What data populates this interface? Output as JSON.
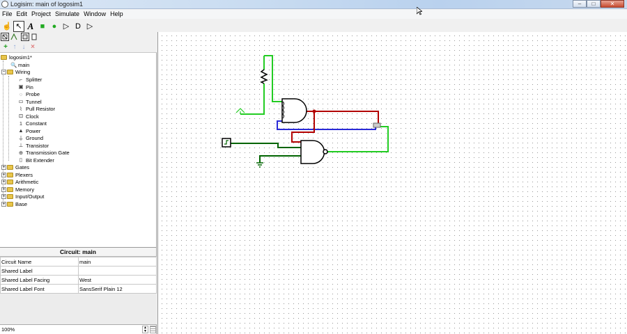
{
  "window": {
    "title": "Logisim: main of logosim1",
    "buttons": [
      "–",
      "□",
      "✕"
    ]
  },
  "menu": [
    "File",
    "Edit",
    "Project",
    "Simulate",
    "Window",
    "Help"
  ],
  "toolbar": {
    "poke_tool": "☝",
    "select_tool": "↖",
    "text_tool": "A",
    "input_pin": "■",
    "output_pin": "●",
    "not_gate": "▷",
    "and_gate": "D",
    "or_gate": "▷"
  },
  "explorer": {
    "project": "logosim1*",
    "circuit": "main",
    "wiring_folder": "Wiring",
    "wiring_items": [
      {
        "label": "Splitter",
        "icon": "splitter-icon",
        "glyph": "⌐"
      },
      {
        "label": "Pin",
        "icon": "pin-icon",
        "glyph": "▣"
      },
      {
        "label": "Probe",
        "icon": "probe-icon",
        "glyph": "◌"
      },
      {
        "label": "Tunnel",
        "icon": "tunnel-icon",
        "glyph": "▭"
      },
      {
        "label": "Pull Resistor",
        "icon": "pull-resistor-icon",
        "glyph": "⌇"
      },
      {
        "label": "Clock",
        "icon": "clock-icon",
        "glyph": "⊡"
      },
      {
        "label": "Constant",
        "icon": "constant-icon",
        "glyph": "1"
      },
      {
        "label": "Power",
        "icon": "power-icon",
        "glyph": "▲"
      },
      {
        "label": "Ground",
        "icon": "ground-icon",
        "glyph": "⏚"
      },
      {
        "label": "Transistor",
        "icon": "transistor-icon",
        "glyph": "⊥"
      },
      {
        "label": "Transmission Gate",
        "icon": "transmission-gate-icon",
        "glyph": "⊕"
      },
      {
        "label": "Bit Extender",
        "icon": "bit-extender-icon",
        "glyph": "▯"
      }
    ],
    "folders": [
      "Gates",
      "Plexers",
      "Arithmetic",
      "Memory",
      "Input/Output",
      "Base"
    ]
  },
  "attributes": {
    "header": "Circuit: main",
    "rows": [
      {
        "key": "Circuit Name",
        "value": "main"
      },
      {
        "key": "Shared Label",
        "value": ""
      },
      {
        "key": "Shared Label Facing",
        "value": "West"
      },
      {
        "key": "Shared Label Font",
        "value": "SansSerif Plain 12"
      }
    ]
  },
  "zoom": "100%",
  "colors": {
    "wire_on": "#22cc22",
    "wire_off": "#006400",
    "wire_error": "#b20000",
    "wire_unknown": "#2a2ad8"
  }
}
